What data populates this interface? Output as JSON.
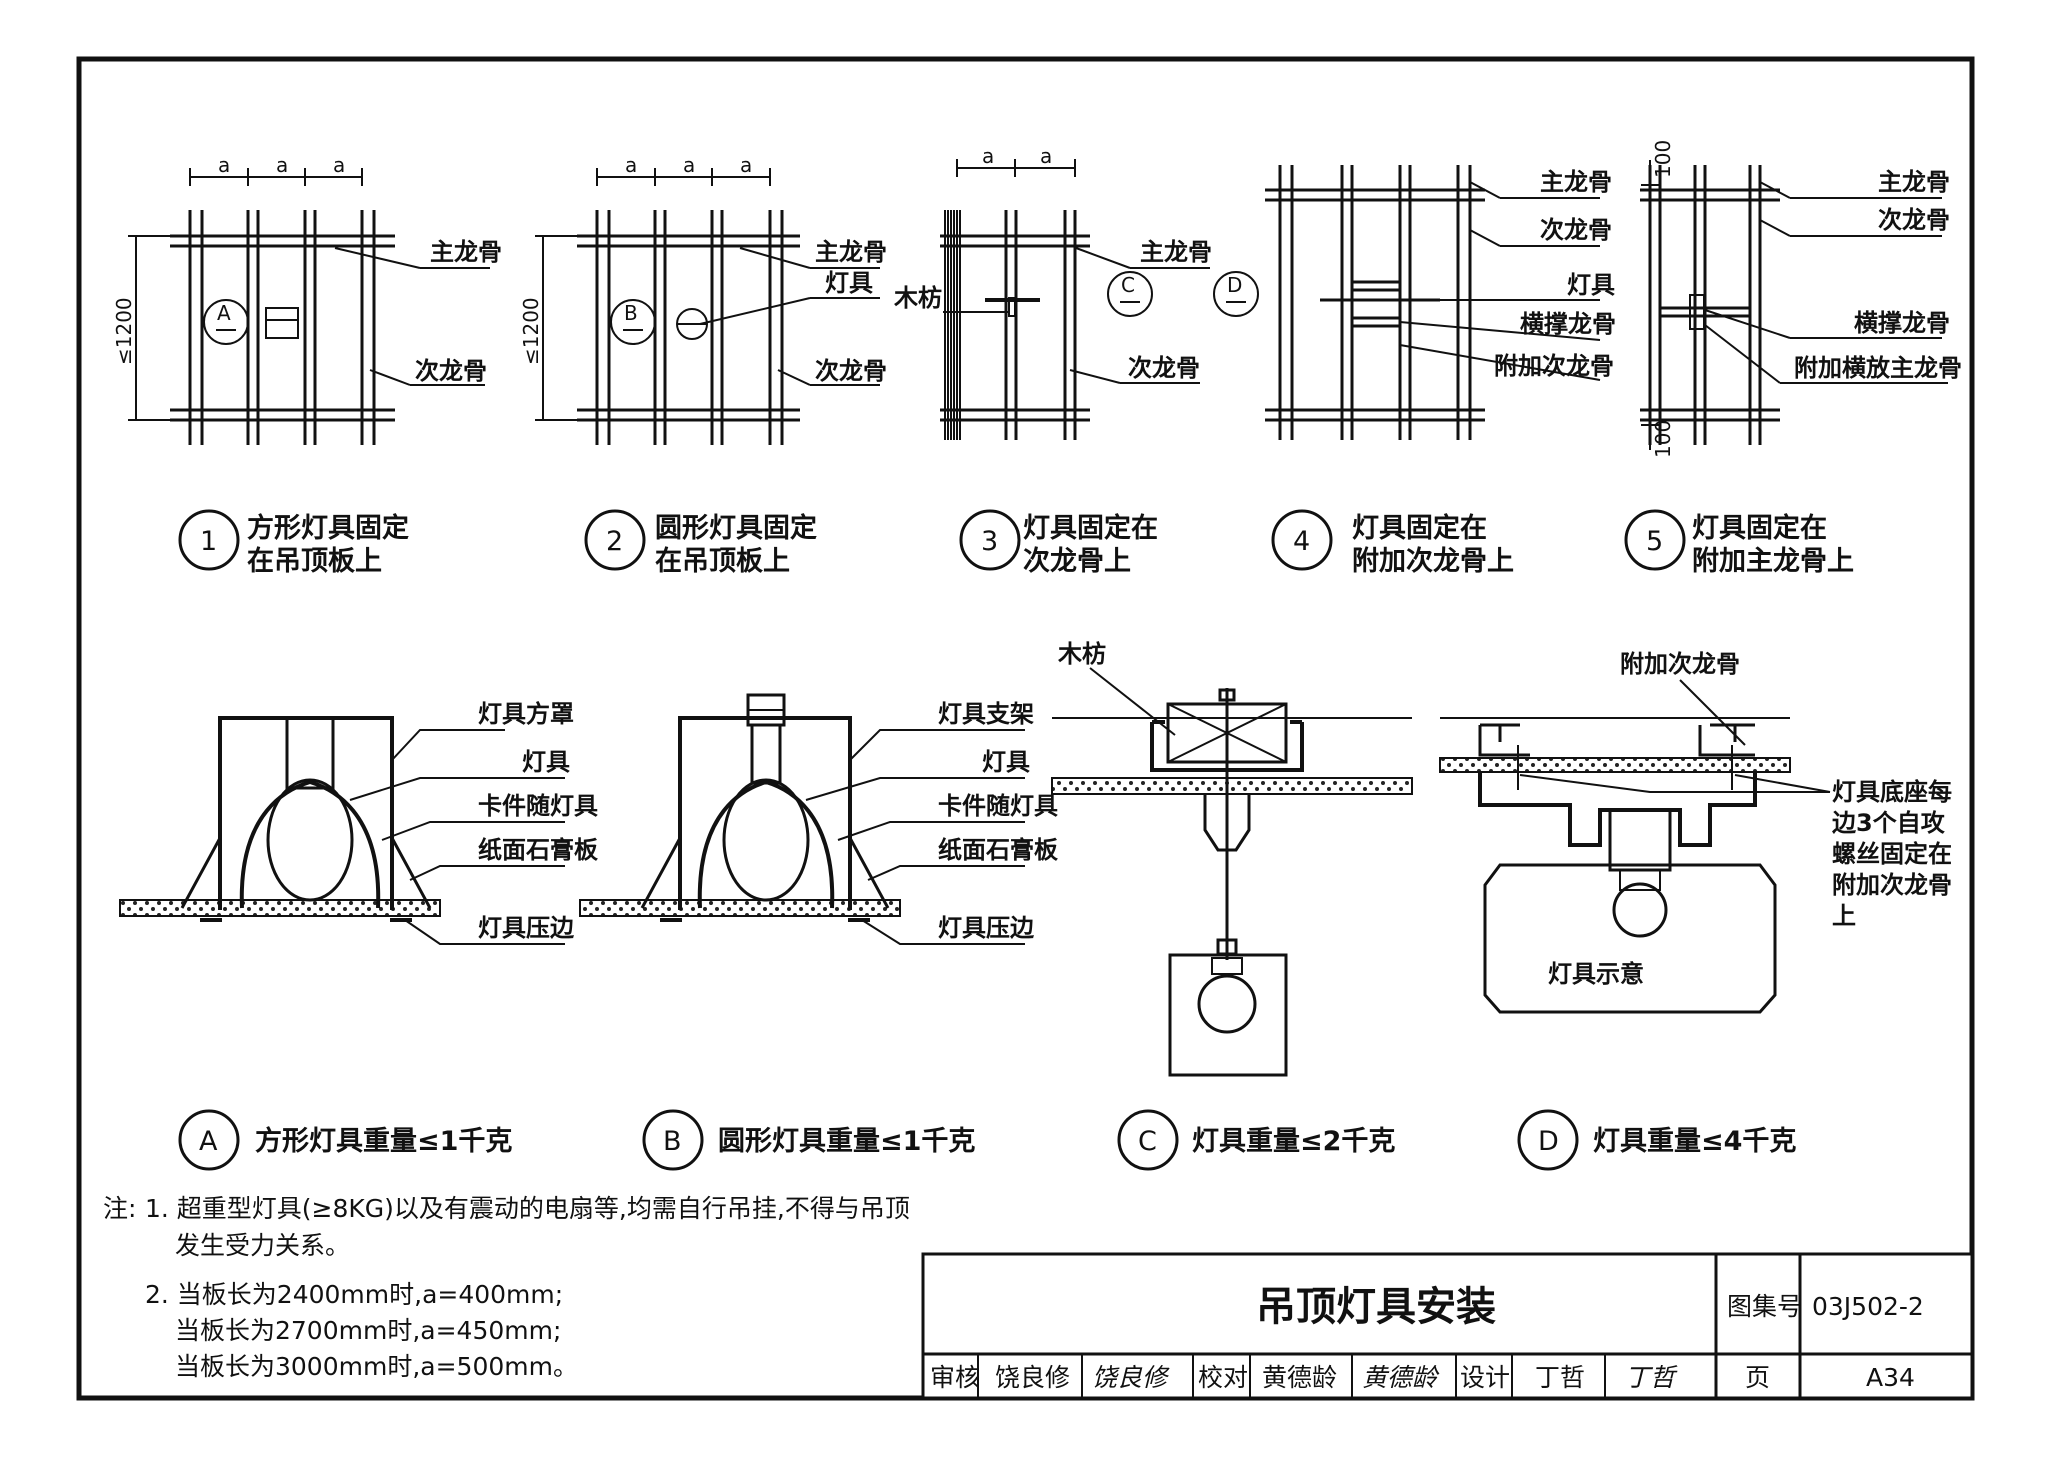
{
  "dims": {
    "a": "a",
    "k1200": "≤1200",
    "d100": "100"
  },
  "bubbles": {
    "A": "A",
    "B": "B",
    "C": "C",
    "D": "D"
  },
  "plan_labels": {
    "p1_main": "主龙骨",
    "p1_sub": "次龙骨",
    "p2_main": "主龙骨",
    "p2_lamp": "灯具",
    "p2_sub": "次龙骨",
    "p3_wood": "木枋",
    "p3_main": "主龙骨",
    "p3_sub": "次龙骨",
    "p4_main": "主龙骨",
    "p4_sub": "次龙骨",
    "p4_lamp": "灯具",
    "p4_brace": "横撑龙骨",
    "p4_extra": "附加次龙骨",
    "p5_main": "主龙骨",
    "p5_sub": "次龙骨",
    "p5_brace": "横撑龙骨",
    "p5_extra": "附加横放主龙骨"
  },
  "plan_captions": [
    {
      "num": "1",
      "line1": "方形灯具固定",
      "line2": "在吊顶板上"
    },
    {
      "num": "2",
      "line1": "圆形灯具固定",
      "line2": "在吊顶板上"
    },
    {
      "num": "3",
      "line1": "灯具固定在",
      "line2": "次龙骨上"
    },
    {
      "num": "4",
      "line1": "灯具固定在",
      "line2": "附加次龙骨上"
    },
    {
      "num": "5",
      "line1": "灯具固定在",
      "line2": "附加主龙骨上"
    }
  ],
  "section_labels": {
    "a1": "灯具方罩",
    "a2": "灯具",
    "a3": "卡件随灯具",
    "a4": "纸面石膏板",
    "a5": "灯具压边",
    "b1": "灯具支架",
    "b2": "灯具",
    "b3": "卡件随灯具",
    "b4": "纸面石膏板",
    "b5": "灯具压边",
    "c1": "木枋",
    "d1": "附加次龙骨",
    "d2a": "灯具底座每",
    "d2b": "边3个自攻",
    "d2c": "螺丝固定在",
    "d2d": "附加次龙骨",
    "d2e": "上",
    "d3": "灯具示意"
  },
  "section_captions": [
    {
      "letter": "A",
      "text": "方形灯具重量≤1千克"
    },
    {
      "letter": "B",
      "text": "圆形灯具重量≤1千克"
    },
    {
      "letter": "C",
      "text": "灯具重量≤2千克"
    },
    {
      "letter": "D",
      "text": "灯具重量≤4千克"
    }
  ],
  "notes": {
    "prefix": "注:",
    "n1a": "1. 超重型灯具(≥8KG)以及有震动的电扇等,均需自行吊挂,不得与吊顶",
    "n1b": "发生受力关系。",
    "n2a": "2. 当板长为2400mm时,a=400mm;",
    "n2b": "当板长为2700mm时,a=450mm;",
    "n2c": "当板长为3000mm时,a=500mm。"
  },
  "title_block": {
    "title": "吊顶灯具安装",
    "atlas_label": "图集号",
    "atlas_no": "03J502-2",
    "page_label": "页",
    "page_no": "A34",
    "review_label": "审核",
    "review_name": "饶良修",
    "review_sign": "饶良修",
    "check_label": "校对",
    "check_name": "黄德龄",
    "check_sign": "黄德龄",
    "design_label": "设计",
    "design_name": "丁哲",
    "design_sign": "丁哲"
  }
}
